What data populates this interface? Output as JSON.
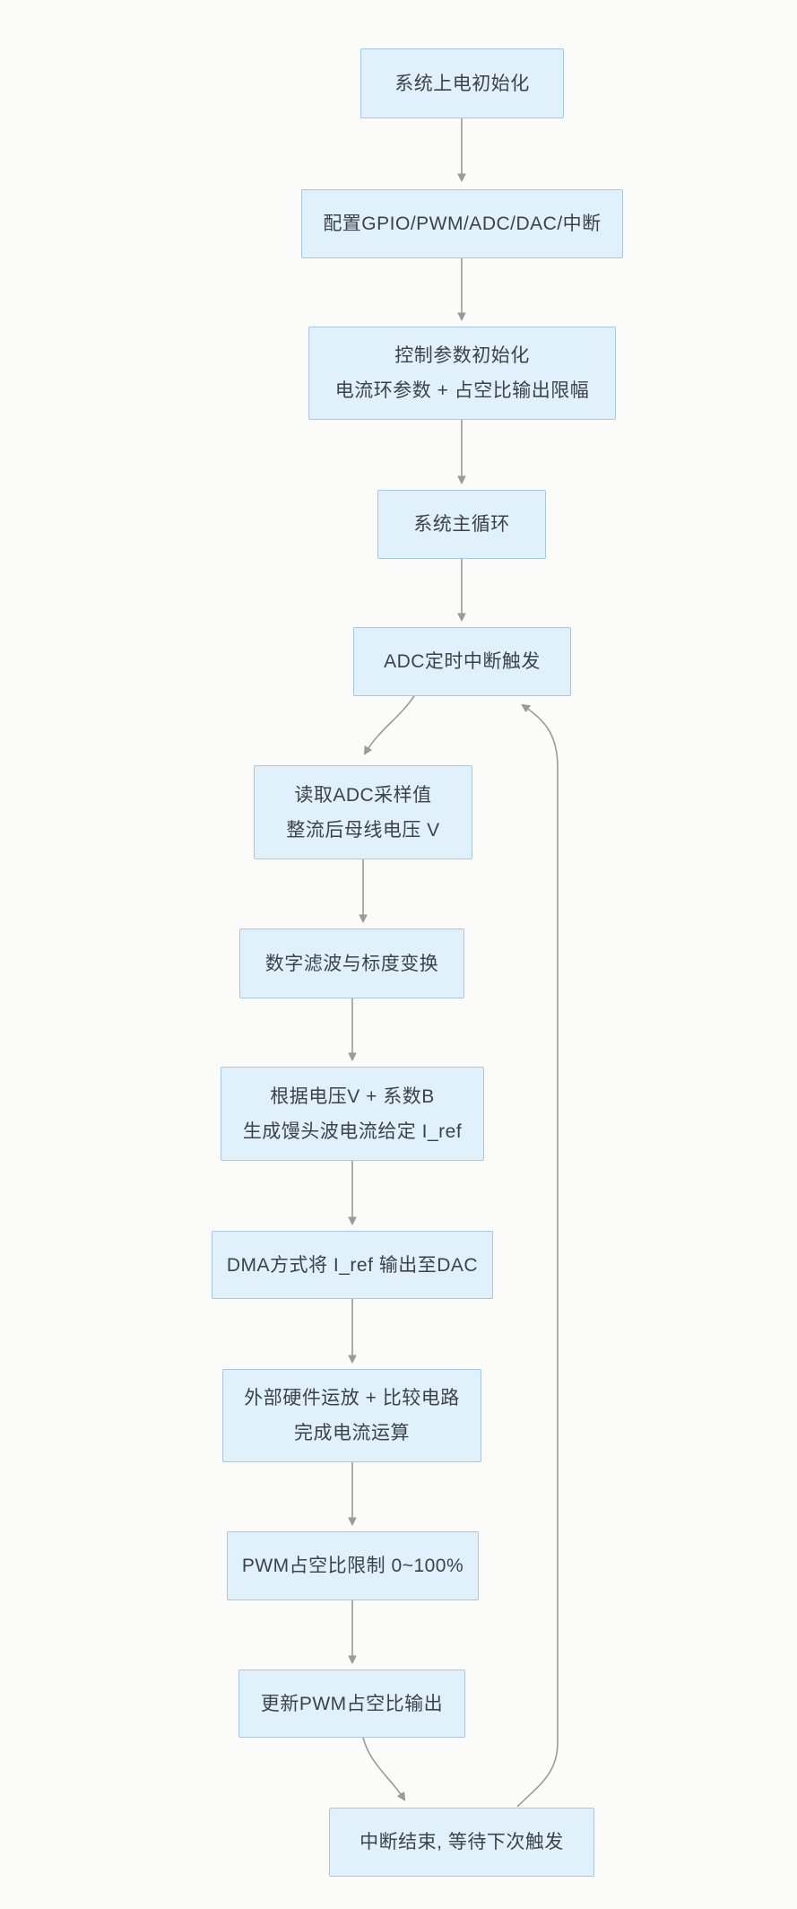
{
  "colors": {
    "background": "#fbfbfa",
    "node_fill": "#e1f1fc",
    "node_border": "#a9c6e4",
    "connector": "#9b9b9b",
    "text": "#3d4248"
  },
  "flowchart": {
    "type": "flowchart",
    "direction": "top-down",
    "nodes": [
      {
        "id": "power-on-init",
        "label": "系统上电初始化"
      },
      {
        "id": "configure-peripherals",
        "label": "配置GPIO/PWM/ADC/DAC/中断"
      },
      {
        "id": "control-param-init",
        "label": "控制参数初始化\n电流环参数 + 占空比输出限幅"
      },
      {
        "id": "main-loop",
        "label": "系统主循环"
      },
      {
        "id": "adc-timer-interrupt",
        "label": "ADC定时中断触发"
      },
      {
        "id": "read-adc-sample",
        "label": "读取ADC采样值\n整流后母线电压 V"
      },
      {
        "id": "digital-filter",
        "label": "数字滤波与标度变换"
      },
      {
        "id": "generate-iref",
        "label": "根据电压V + 系数B\n生成馒头波电流给定 I_ref"
      },
      {
        "id": "dma-to-dac",
        "label": "DMA方式将 I_ref 输出至DAC"
      },
      {
        "id": "hw-opamp-comparator",
        "label": "外部硬件运放 + 比较电路\n完成电流运算"
      },
      {
        "id": "pwm-duty-limit",
        "label": "PWM占空比限制 0~100%"
      },
      {
        "id": "update-pwm-output",
        "label": "更新PWM占空比输出"
      },
      {
        "id": "interrupt-end",
        "label": "中断结束, 等待下次触发"
      }
    ],
    "edges": [
      {
        "from": "power-on-init",
        "to": "configure-peripherals",
        "kind": "straight"
      },
      {
        "from": "configure-peripherals",
        "to": "control-param-init",
        "kind": "straight"
      },
      {
        "from": "control-param-init",
        "to": "main-loop",
        "kind": "straight"
      },
      {
        "from": "main-loop",
        "to": "adc-timer-interrupt",
        "kind": "straight"
      },
      {
        "from": "adc-timer-interrupt",
        "to": "read-adc-sample",
        "kind": "curve"
      },
      {
        "from": "read-adc-sample",
        "to": "digital-filter",
        "kind": "straight"
      },
      {
        "from": "digital-filter",
        "to": "generate-iref",
        "kind": "straight"
      },
      {
        "from": "generate-iref",
        "to": "dma-to-dac",
        "kind": "straight"
      },
      {
        "from": "dma-to-dac",
        "to": "hw-opamp-comparator",
        "kind": "straight"
      },
      {
        "from": "hw-opamp-comparator",
        "to": "pwm-duty-limit",
        "kind": "straight"
      },
      {
        "from": "pwm-duty-limit",
        "to": "update-pwm-output",
        "kind": "straight"
      },
      {
        "from": "update-pwm-output",
        "to": "interrupt-end",
        "kind": "curve"
      },
      {
        "from": "interrupt-end",
        "to": "adc-timer-interrupt",
        "kind": "loop-back"
      }
    ]
  }
}
